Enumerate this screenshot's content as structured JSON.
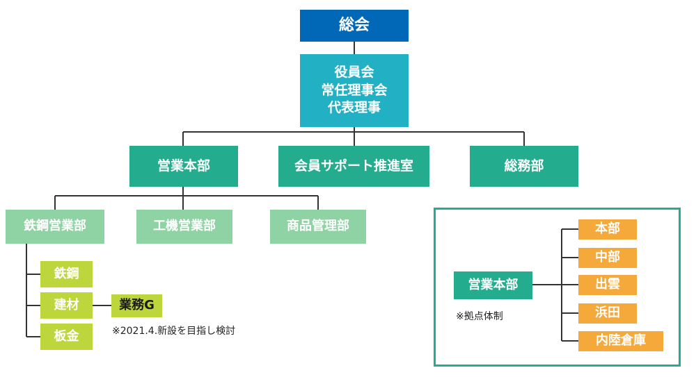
{
  "top": {
    "label": "総会"
  },
  "officers": {
    "lines": [
      "役員会",
      "常任理事会",
      "代表理事"
    ]
  },
  "departments": [
    {
      "label": "営業本部"
    },
    {
      "label": "会員サポート推進室"
    },
    {
      "label": "総務部"
    }
  ],
  "divisions": [
    {
      "label": "鉄鋼営業部"
    },
    {
      "label": "工機営業部"
    },
    {
      "label": "商品管理部"
    }
  ],
  "sections": [
    {
      "label": "鉄鋼"
    },
    {
      "label": "建材"
    },
    {
      "label": "板金"
    }
  ],
  "gyomu": {
    "label": "業務G",
    "note": "※2021.4.新設を目指し検討"
  },
  "sales_hq_detail": {
    "label": "営業本部",
    "note": "※拠点体制",
    "branches": [
      {
        "label": "本部"
      },
      {
        "label": "中部"
      },
      {
        "label": "出雲"
      },
      {
        "label": "浜田"
      },
      {
        "label": "内陸倉庫"
      }
    ]
  },
  "colors": {
    "top": "#0068b7",
    "officers": "#22b1c4",
    "departments": "#23ad8e",
    "divisions": "#8fd3a4",
    "sections": "#bcd63c",
    "branches": "#f5a93a",
    "connector": "#333333"
  }
}
